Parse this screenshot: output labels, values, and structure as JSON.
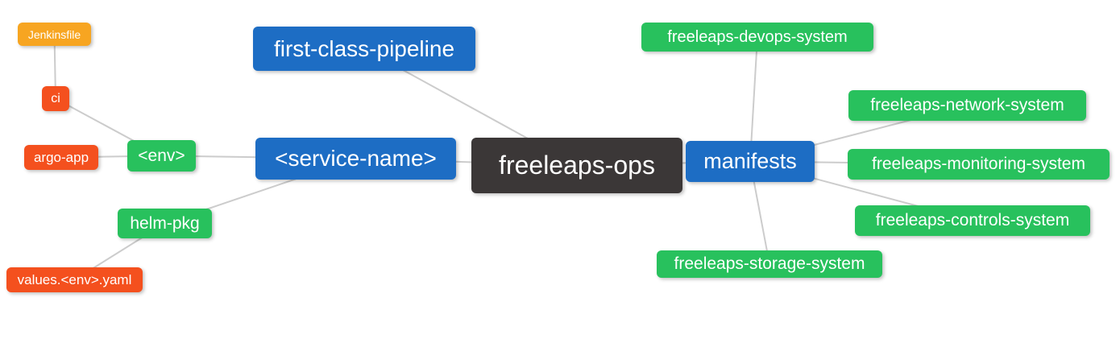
{
  "diagram": {
    "edge_color": "#CCCCCC",
    "background_color": "#FFFFFF",
    "node_colors": {
      "orange": "#F7A521",
      "red": "#F4501E",
      "green": "#28C15D",
      "blue": "#1D6DC4",
      "dark": "#3B3737"
    },
    "nodes": {
      "jenkinsfile": {
        "label": "Jenkinsfile",
        "color": "#F7A521"
      },
      "ci": {
        "label": "ci",
        "color": "#F4501E"
      },
      "argo_app": {
        "label": "argo-app",
        "color": "#F4501E"
      },
      "env": {
        "label": "<env>",
        "color": "#28C15D"
      },
      "first_class_pipeline": {
        "label": "first-class-pipeline",
        "color": "#1D6DC4"
      },
      "service_name": {
        "label": "<service-name>",
        "color": "#1D6DC4"
      },
      "freeleaps_ops": {
        "label": "freeleaps-ops",
        "color": "#3B3737"
      },
      "manifests": {
        "label": "manifests",
        "color": "#1D6DC4"
      },
      "devops_system": {
        "label": "freeleaps-devops-system",
        "color": "#28C15D"
      },
      "network_system": {
        "label": "freeleaps-network-system",
        "color": "#28C15D"
      },
      "monitoring_system": {
        "label": "freeleaps-monitoring-system",
        "color": "#28C15D"
      },
      "controls_system": {
        "label": "freeleaps-controls-system",
        "color": "#28C15D"
      },
      "storage_system": {
        "label": "freeleaps-storage-system",
        "color": "#28C15D"
      },
      "helm_pkg": {
        "label": "helm-pkg",
        "color": "#28C15D"
      },
      "values_env_yaml": {
        "label": "values.<env>.yaml",
        "color": "#F4501E"
      }
    },
    "edges": [
      [
        "jenkinsfile",
        "ci"
      ],
      [
        "ci",
        "env"
      ],
      [
        "argo_app",
        "env"
      ],
      [
        "env",
        "service_name"
      ],
      [
        "helm_pkg",
        "service_name"
      ],
      [
        "values_env_yaml",
        "helm_pkg"
      ],
      [
        "first_class_pipeline",
        "freeleaps_ops"
      ],
      [
        "service_name",
        "freeleaps_ops"
      ],
      [
        "freeleaps_ops",
        "manifests"
      ],
      [
        "manifests",
        "devops_system"
      ],
      [
        "manifests",
        "network_system"
      ],
      [
        "manifests",
        "monitoring_system"
      ],
      [
        "manifests",
        "controls_system"
      ],
      [
        "manifests",
        "storage_system"
      ]
    ]
  }
}
